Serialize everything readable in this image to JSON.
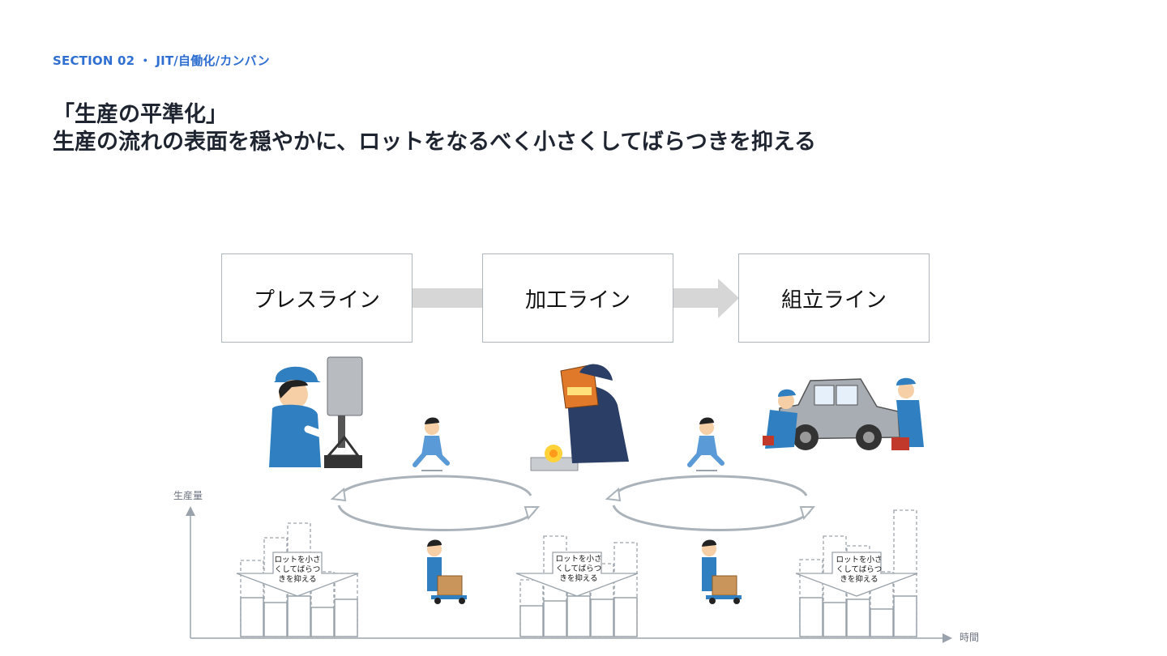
{
  "header": {
    "section": "SECTION 02 ・ JIT/自働化/カンバン",
    "title_line1": "「生産の平準化」",
    "title_line2": "生産の流れの表面を穏やかに、ロットをなるべく小さくしてばらつきを抑える"
  },
  "lines": [
    {
      "label": "プレスライン"
    },
    {
      "label": "加工ライン"
    },
    {
      "label": "組立ライン"
    }
  ],
  "axis": {
    "y_label": "生産量",
    "x_label": "時間"
  },
  "lot_note": "ロットを小さくしてばらつきを抑える",
  "lot_note_lines": [
    "ロットを小さ",
    "くしてばらつ",
    "きを抑える"
  ],
  "colors": {
    "accent": "#2f6fd1",
    "box_border": "#aeb7bf",
    "arrow": "#d6d6d6",
    "worker_blue": "#2f7fc1"
  },
  "icons": [
    "press-worker-icon",
    "runner-icon",
    "welder-icon",
    "car-mechanics-icon",
    "cart-worker-icon",
    "cycle-arrow-icon"
  ]
}
